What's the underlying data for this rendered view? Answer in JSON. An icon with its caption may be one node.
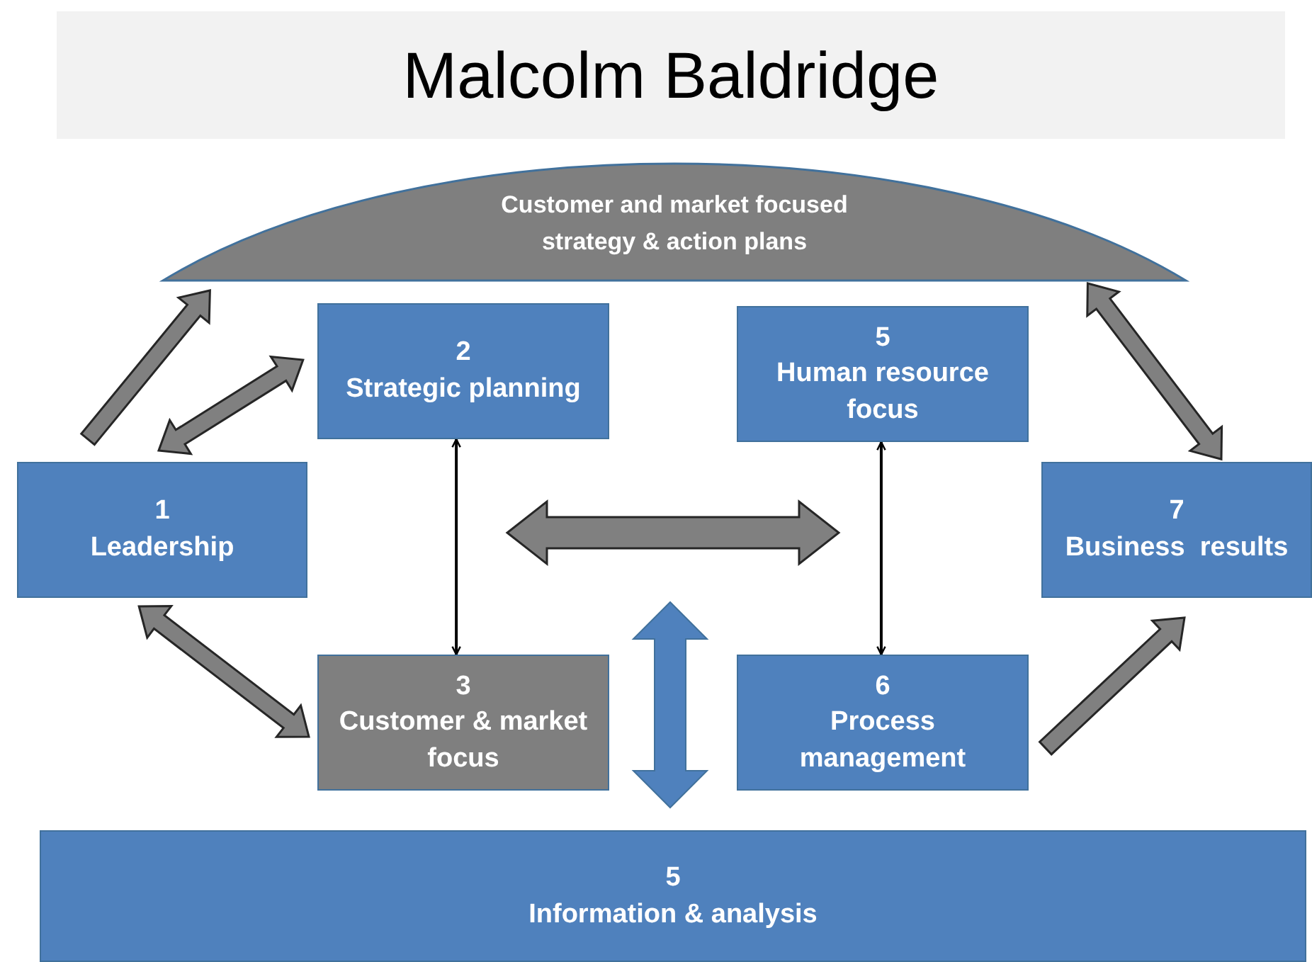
{
  "diagram": {
    "title": "Malcolm Baldridge",
    "nodes": [
      {
        "text": [
          "Customer and market focused strategy & action plans"
        ]
      },
      {
        "text": [
          "1",
          "Leadership"
        ]
      },
      {
        "text": [
          "2",
          "Strategic planning"
        ]
      },
      {
        "text": [
          "5",
          "Human resource focus"
        ]
      },
      {
        "text": [
          "7",
          "Business  results"
        ]
      },
      {
        "text": [
          "3",
          "Customer & market focus"
        ]
      },
      {
        "text": [
          "6",
          "Process management"
        ]
      },
      {
        "text": [
          "5",
          "Information & analysis"
        ]
      }
    ],
    "edges": [
      {
        "from": 1,
        "to": 0,
        "arrow": "to",
        "style": "thick"
      },
      {
        "from": 1,
        "to": 2,
        "arrow": "both",
        "style": "thick"
      },
      {
        "from": 2,
        "to": 5,
        "arrow": "both",
        "color": "#000000"
      },
      {
        "from": 3,
        "to": 6,
        "arrow": "both",
        "color": "#000000"
      },
      {
        "from": 1,
        "to": 5,
        "arrow": "both",
        "style": "thick"
      },
      {
        "from": 6,
        "to": 4,
        "arrow": "to",
        "style": "thick"
      },
      {
        "from": 4,
        "to": 0,
        "arrow": "both",
        "style": "thick"
      }
    ]
  }
}
